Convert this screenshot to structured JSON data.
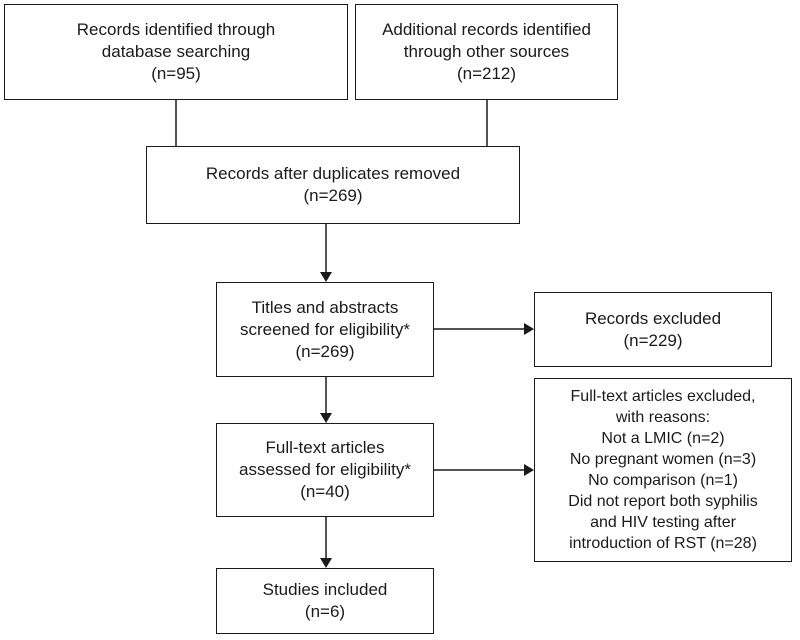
{
  "boxes": {
    "database_search": {
      "lines": [
        "Records identified through",
        "database searching",
        "(n=95)"
      ]
    },
    "other_sources": {
      "lines": [
        "Additional records identified",
        "through other sources",
        "(n=212)"
      ]
    },
    "after_duplicates": {
      "lines": [
        "Records after duplicates removed",
        "(n=269)"
      ]
    },
    "screened": {
      "lines": [
        "Titles and abstracts",
        "screened for eligibility*",
        "(n=269)"
      ]
    },
    "records_excluded": {
      "lines": [
        "Records excluded",
        "(n=229)"
      ]
    },
    "full_text_assessed": {
      "lines": [
        "Full-text articles",
        "assessed for eligibility*",
        "(n=40)"
      ]
    },
    "full_text_excluded": {
      "lines": [
        "Full-text articles excluded,",
        "with reasons:",
        "Not a LMIC (n=2)",
        "No pregnant women (n=3)",
        "No comparison (n=1)",
        "Did not report both syphilis",
        "and HIV testing after",
        "introduction of RST (n=28)"
      ]
    },
    "included": {
      "lines": [
        "Studies included",
        "(n=6)"
      ]
    }
  }
}
